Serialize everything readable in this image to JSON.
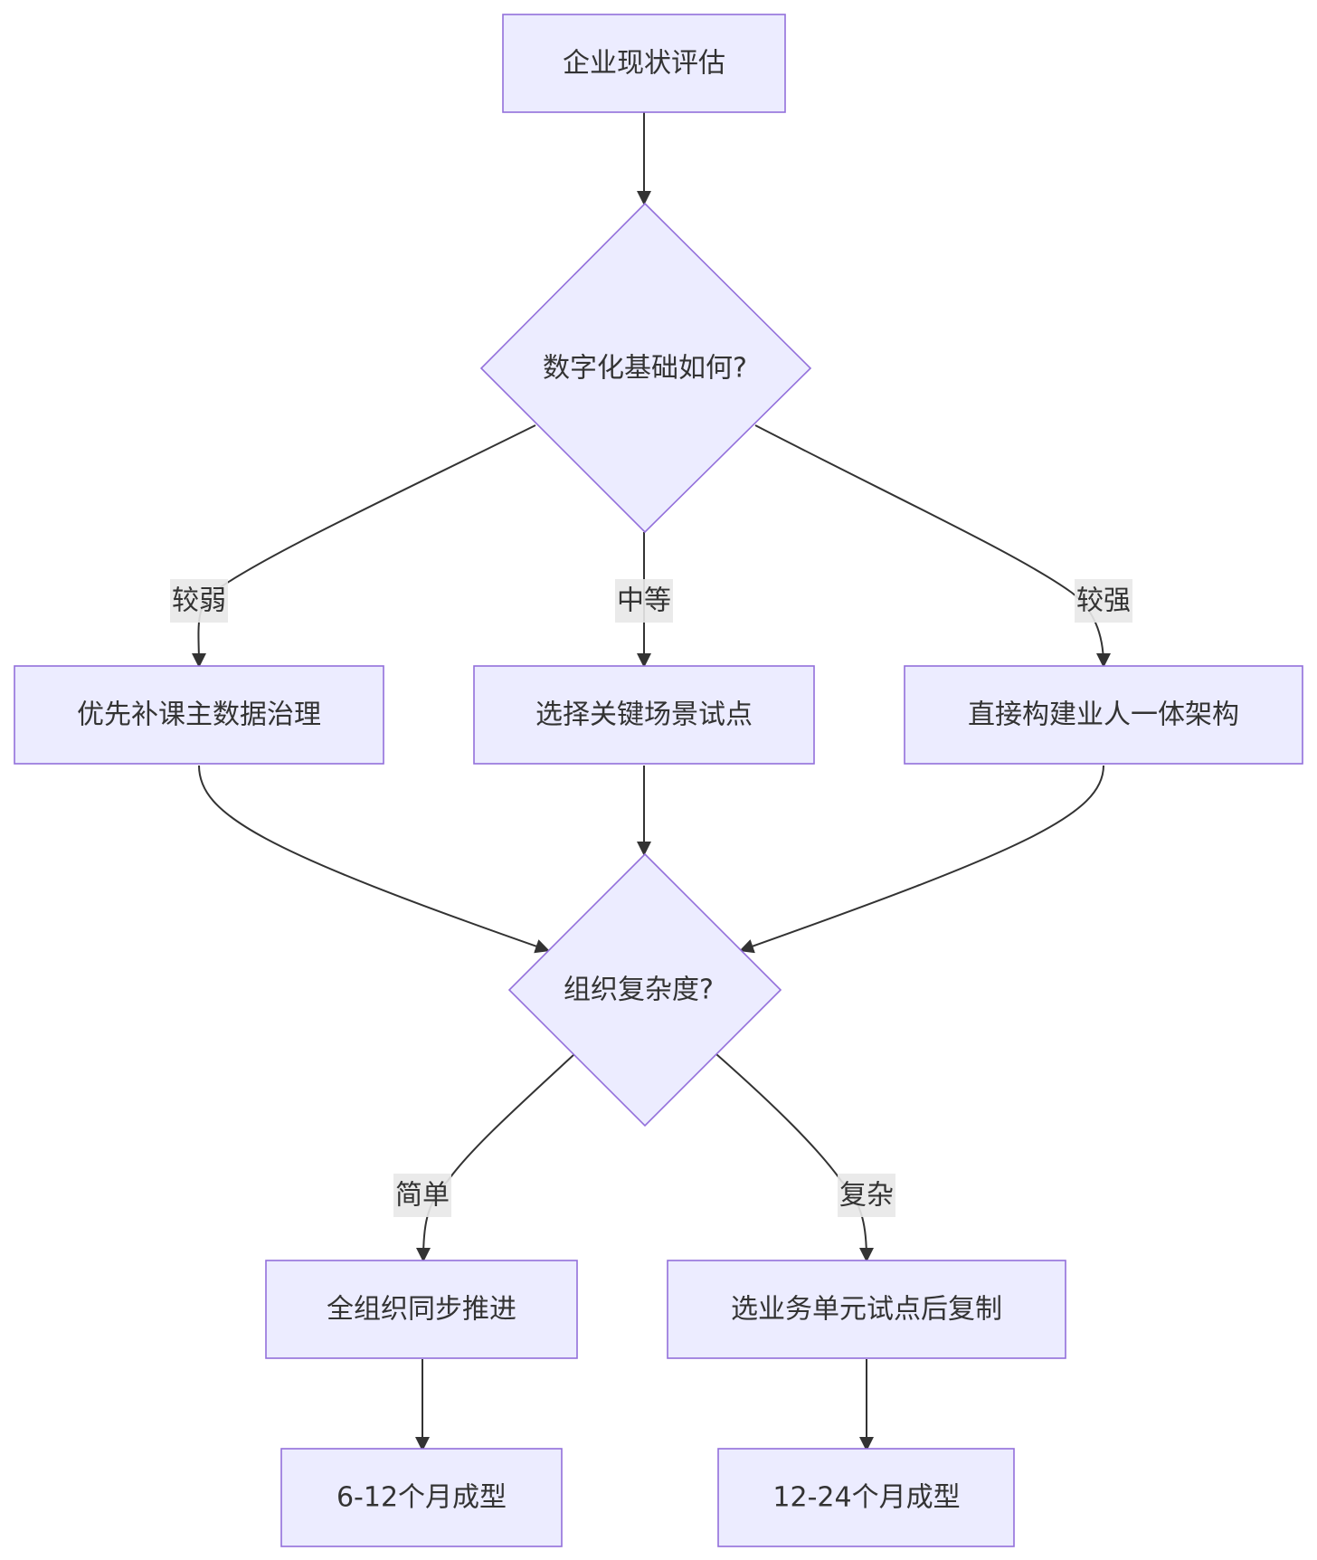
{
  "diagram": {
    "nodes": {
      "assess": "企业现状评估",
      "digital_q": "数字化基础如何?",
      "weak_action": "优先补课主数据治理",
      "medium_action": "选择关键场景试点",
      "strong_action": "直接构建业人一体架构",
      "complexity_q": "组织复杂度?",
      "simple_action": "全组织同步推进",
      "complex_action": "选业务单元试点后复制",
      "simple_result": "6-12个月成型",
      "complex_result": "12-24个月成型"
    },
    "edge_labels": {
      "weak": "较弱",
      "medium": "中等",
      "strong": "较强",
      "simple": "简单",
      "complex": "复杂"
    }
  },
  "colors": {
    "node_fill": "#ECECFF",
    "node_stroke": "#9370DB",
    "edge": "#333333",
    "label_bg": "#e8e8e8",
    "text": "#333333"
  }
}
